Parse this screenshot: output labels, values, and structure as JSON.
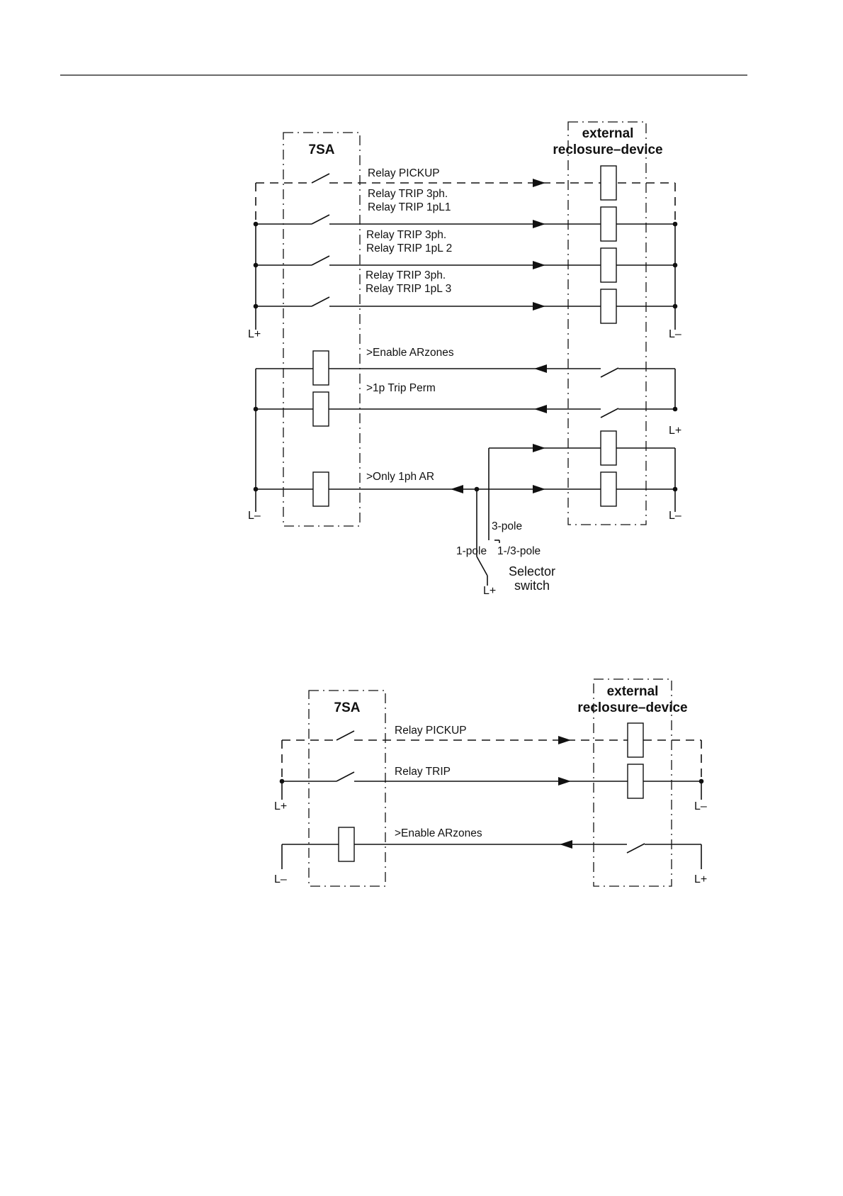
{
  "diagram1": {
    "device_title": "7SA",
    "external_title_line1": "external",
    "external_title_line2": "reclosure–device",
    "relay_pickup": "Relay PICKUP",
    "trip1_line1": "Relay TRIP 3ph.",
    "trip1_line2": "Relay TRIP 1pL1",
    "trip2_line1": "Relay TRIP 3ph.",
    "trip2_line2": "Relay TRIP 1pL 2",
    "trip3_line1": "Relay TRIP 3ph.",
    "trip3_line2": "Relay TRIP 1pL 3",
    "supply_left_top": "L+",
    "supply_right_top": "L–",
    "enable_ar": ">Enable ARzones",
    "trip_perm": ">1p Trip Perm",
    "supply_right_mid": "L+",
    "only_1ph": ">Only 1ph AR",
    "supply_left_bottom": "L–",
    "supply_right_bottom": "L–",
    "pole3": "3-pole",
    "pole1": "1-pole",
    "pole13": "1-/3-pole",
    "selector_line1": "Selector",
    "selector_line2": "switch",
    "selector_supply": "L+"
  },
  "diagram2": {
    "device_title": "7SA",
    "external_title_line1": "external",
    "external_title_line2": "reclosure–device",
    "relay_pickup": "Relay PICKUP",
    "relay_trip": "Relay TRIP",
    "supply_left_top": "L+",
    "supply_right_top": "L–",
    "enable_ar": ">Enable ARzones",
    "supply_left_bottom": "L–",
    "supply_right_bottom": "L+"
  }
}
